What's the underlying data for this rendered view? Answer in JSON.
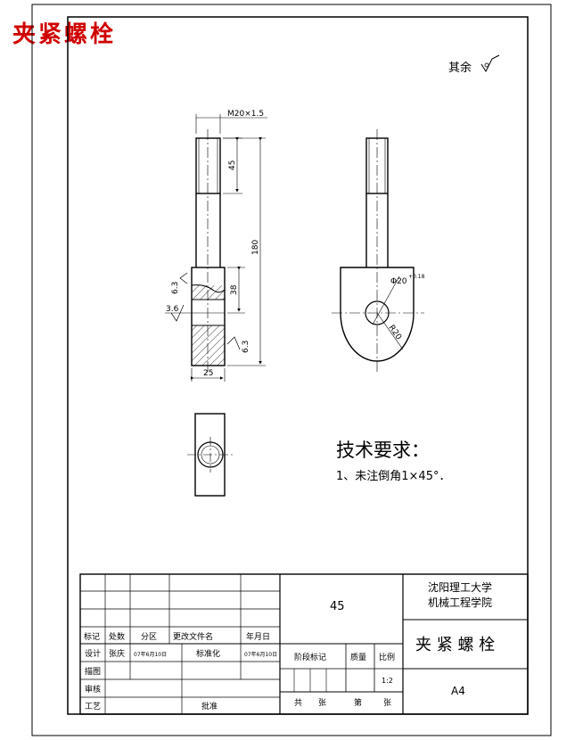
{
  "title": "夹紧螺栓",
  "roughness_note": "其余",
  "thread_spec": "M20×1.5",
  "dims": {
    "thread_len": "45",
    "total_len": "180",
    "head_len": "38",
    "head_width": "25",
    "diameter": "Φ20",
    "diameter_tol": "+0.18",
    "radius": "R20",
    "rough_a": "6.3",
    "rough_b": "3.6",
    "rough_c": "6.3"
  },
  "tech_title": "技术要求：",
  "tech_item": "1、未注倒角1×45°．",
  "title_block": {
    "material": "45",
    "school_line1": "沈阳理工大学",
    "school_line2": "机械工程学院",
    "part_name": "夹 紧 螺 栓",
    "mark_label": "标记",
    "count_label": "处数",
    "zone_label": "分区",
    "docno_label": "更改文件名",
    "date_label": "年月日",
    "design_label": "设计",
    "designer": "张庆",
    "design_date": "07年6月10日",
    "std_label": "标准化",
    "std_date": "07年6月10日",
    "draw_label": "描图",
    "review_label": "审核",
    "craft_label": "工艺",
    "approve_label": "批准",
    "stage_label": "阶段标记",
    "weight_label": "质量",
    "scale_label": "比例",
    "scale_value": "1:2",
    "sheet_size": "A4",
    "total_label": "共",
    "sheets_label": "张",
    "page_label": "第",
    "page_sheet_label": "张"
  }
}
